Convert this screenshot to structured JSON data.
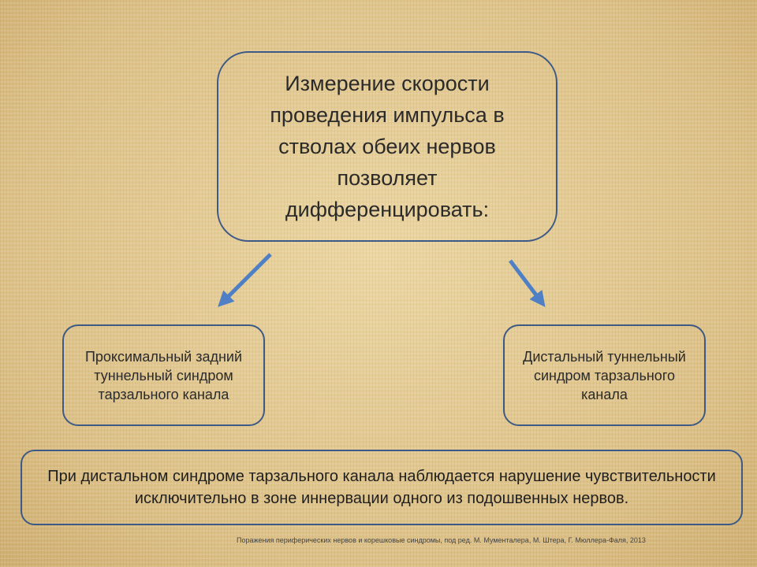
{
  "colors": {
    "box_border": "#3d5a86",
    "arrow": "#4f7fc4",
    "background": "#e3c88e"
  },
  "main": {
    "text": "Измерение скорости проведения импульса в стволах обеих нервов позволяет дифференцировать:"
  },
  "left": {
    "text": "Проксимальный задний туннельный синдром тарзального канала"
  },
  "right": {
    "text": "Дистальный туннельный синдром тарзального канала"
  },
  "note": {
    "text": "При дистальном синдроме тарзального канала наблюдается нарушение чувствительности исключительно в зоне иннервации одного из подошвенных нервов."
  },
  "citation": "Поражения периферических нервов и корешковые синдромы, под ред. М. Мументалера, М. Штера, Г. Мюллера-Фаля, 2013"
}
